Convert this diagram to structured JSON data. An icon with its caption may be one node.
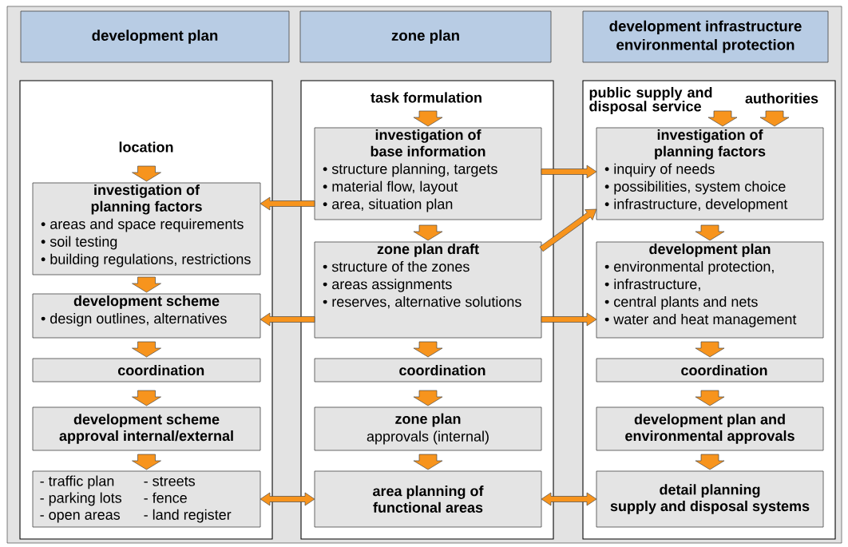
{
  "diagram": {
    "nodes": [
      {
        "text": [
          "development plan"
        ]
      },
      {
        "text": [
          "zone plan"
        ]
      },
      {
        "text": [
          "development infrastructure environmental protection"
        ]
      },
      {
        "text": [],
        "shape": "box"
      },
      {
        "text": [
          "location"
        ],
        "in": 3
      },
      {
        "text": [
          "investigation of planning factors",
          "• areas and space requirements",
          "• soil testing",
          "• building regulations, restrictions"
        ],
        "in": 3
      },
      {
        "text": [
          "development scheme",
          "• design outlines, alternatives"
        ],
        "in": 3
      },
      {
        "text": [
          "coordination"
        ],
        "in": 3
      },
      {
        "text": [
          "development scheme approval internal/external"
        ],
        "in": 3
      },
      {
        "text": [
          "- traffic plan",
          "- streets",
          "- parking lots",
          "- fence",
          "- open areas",
          "- land register"
        ],
        "in": 3
      },
      {
        "text": [],
        "shape": "box"
      },
      {
        "text": [
          "task formulation"
        ],
        "in": 10
      },
      {
        "text": [
          "investigation of base information",
          "• structure planning, targets",
          "• material flow, layout",
          "• area, situation plan"
        ],
        "in": 10
      },
      {
        "text": [
          "zone plan draft",
          "• structure of the zones",
          "• areas assignments",
          "• reserves, alternative solutions"
        ],
        "in": 10
      },
      {
        "text": [
          "coordination"
        ],
        "in": 10
      },
      {
        "text": [
          "zone plan",
          "approvals (internal)"
        ],
        "in": 10
      },
      {
        "text": [
          "area planning of functional areas"
        ],
        "in": 10
      },
      {
        "text": [],
        "shape": "box"
      },
      {
        "text": [
          "public supply and disposal service"
        ],
        "in": 17
      },
      {
        "text": [
          "authorities"
        ],
        "in": 17
      },
      {
        "text": [
          "investigation of planning factors",
          "• inquiry of needs",
          "• possibilities, system choice",
          "• infrastructure, development"
        ],
        "in": 17
      },
      {
        "text": [
          "development plan",
          "• environmental protection,",
          "• infrastructure,",
          "• central plants and nets",
          "• water and heat management"
        ],
        "in": 17
      },
      {
        "text": [
          "coordination"
        ],
        "in": 17
      },
      {
        "text": [
          "development plan and environmental approvals"
        ],
        "in": 17
      },
      {
        "text": [
          "detail planning supply and disposal systems"
        ],
        "in": 17
      }
    ],
    "edges": [
      {
        "from": 4,
        "to": 5,
        "arrow": "to"
      },
      {
        "from": 5,
        "to": 6,
        "arrow": "to"
      },
      {
        "from": 6,
        "to": 7,
        "arrow": "to"
      },
      {
        "from": 7,
        "to": 8,
        "arrow": "to"
      },
      {
        "from": 8,
        "to": 9,
        "arrow": "to"
      },
      {
        "from": 11,
        "to": 12,
        "arrow": "to"
      },
      {
        "from": 12,
        "to": 13,
        "arrow": "to"
      },
      {
        "from": 13,
        "to": 14,
        "arrow": "to"
      },
      {
        "from": 14,
        "to": 15,
        "arrow": "to"
      },
      {
        "from": 15,
        "to": 16,
        "arrow": "to"
      },
      {
        "from": 18,
        "to": 20,
        "arrow": "to"
      },
      {
        "from": 19,
        "to": 20,
        "arrow": "to"
      },
      {
        "from": 20,
        "to": 21,
        "arrow": "to"
      },
      {
        "from": 21,
        "to": 22,
        "arrow": "to"
      },
      {
        "from": 22,
        "to": 23,
        "arrow": "to"
      },
      {
        "from": 23,
        "to": 24,
        "arrow": "to"
      },
      {
        "from": 12,
        "to": 5,
        "arrow": "to"
      },
      {
        "from": 13,
        "to": 6,
        "arrow": "to"
      },
      {
        "from": 9,
        "to": 16,
        "arrow": "both"
      },
      {
        "from": 12,
        "to": 20,
        "arrow": "to"
      },
      {
        "from": 13,
        "to": 20,
        "arrow": "to"
      },
      {
        "from": 13,
        "to": 21,
        "arrow": "to"
      },
      {
        "from": 16,
        "to": 24,
        "arrow": "both"
      }
    ]
  }
}
